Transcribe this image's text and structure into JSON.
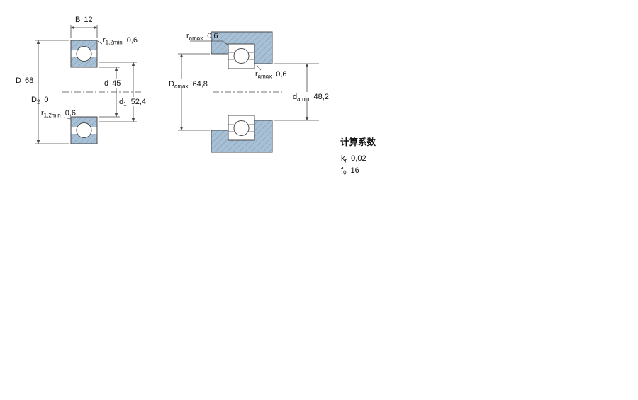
{
  "drawing": {
    "accent_blue": "#a7c0d6",
    "hatch_color": "#7d99b0",
    "line_color": "#4a4a4a",
    "left_view": {
      "dim_B": {
        "base": "B",
        "sub": "",
        "value": "12"
      },
      "dim_r_top": {
        "base": "r",
        "sub": "1,2min",
        "value": "0,6"
      },
      "dim_D": {
        "base": "D",
        "sub": "",
        "value": "68"
      },
      "dim_D2": {
        "base": "D",
        "sub": "2",
        "value": "0"
      },
      "dim_r_bottom": {
        "base": "r",
        "sub": "1,2min",
        "value": "0,6"
      },
      "dim_d": {
        "base": "d",
        "sub": "",
        "value": "45"
      },
      "dim_d1": {
        "base": "d",
        "sub": "1",
        "value": "52,4"
      }
    },
    "right_view": {
      "dim_ra_top": {
        "base": "r",
        "sub": "amax",
        "value": "0,6"
      },
      "dim_Da": {
        "base": "D",
        "sub": "amax",
        "value": "64,8"
      },
      "dim_ra_mid": {
        "base": "r",
        "sub": "amax",
        "value": "0,6"
      },
      "dim_da": {
        "base": "d",
        "sub": "amin",
        "value": "48,2"
      }
    }
  },
  "factors": {
    "title": "计算系数",
    "rows": [
      {
        "base": "k",
        "sub": "r",
        "value": "0,02"
      },
      {
        "base": "f",
        "sub": "0",
        "value": "16"
      }
    ]
  }
}
